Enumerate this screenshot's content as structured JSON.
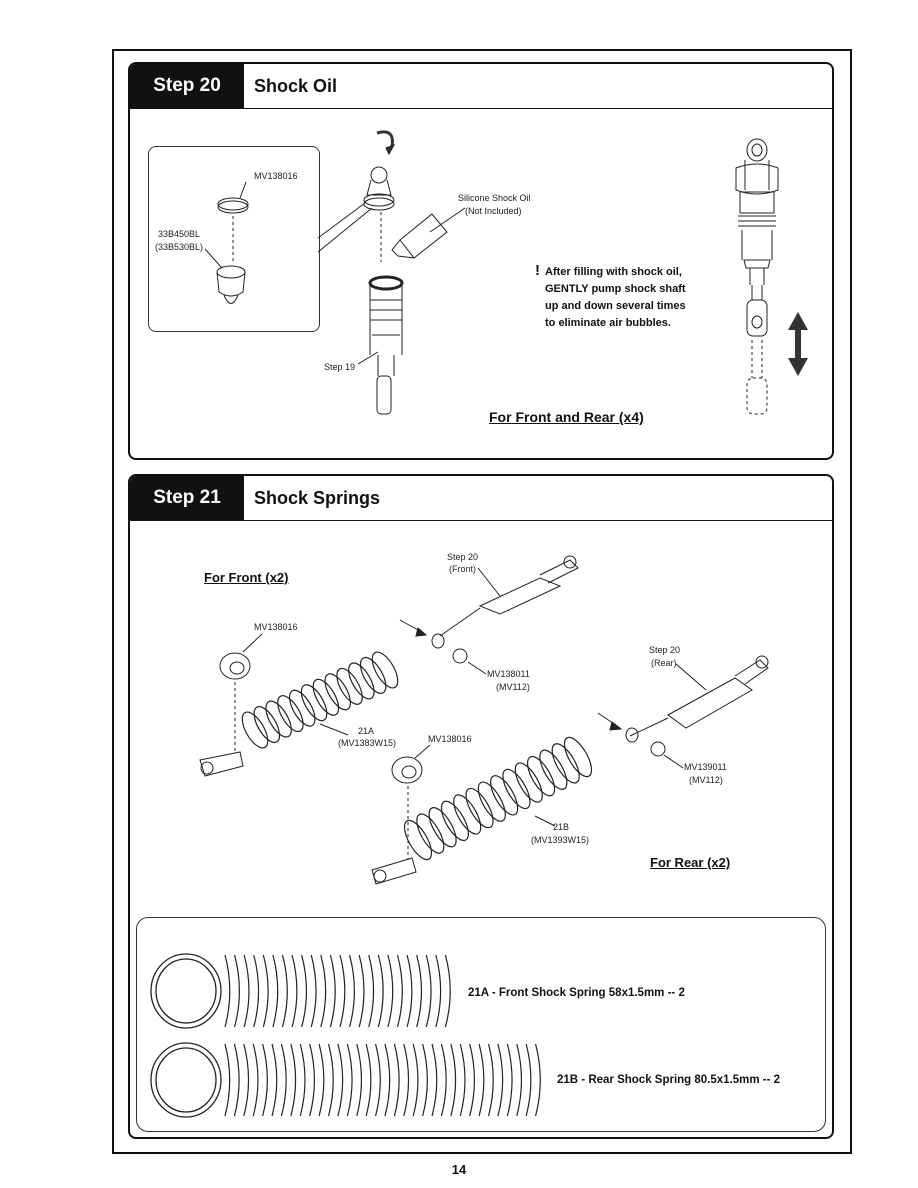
{
  "step20": {
    "step_label": "Step 20",
    "title": "Shock Oil",
    "inset": {
      "part_top": "MV138016",
      "part_bottom": "33B450BL",
      "part_bottom_alt": "(33B530BL)"
    },
    "oil_label": "Silicone Shock Oil",
    "oil_sub": "(Not Included)",
    "step_ref": "Step 19",
    "warning_mark": "!",
    "note_lines": [
      "After filling with shock oil,",
      "GENTLY pump shock shaft",
      "up and down several times",
      "to eliminate air bubbles."
    ],
    "quantity": "For Front and Rear (x4)"
  },
  "step21": {
    "step_label": "Step 21",
    "title": "Shock Springs",
    "front_heading": "For Front (x2)",
    "rear_heading": "For Rear (x2)",
    "front": {
      "step_ref": "Step 20",
      "step_sub": "(Front)",
      "cap": "MV138016",
      "spring": "21A",
      "spring_code": "(MV1383W15)",
      "ball": "MV138011",
      "ball_alt": "(MV112)"
    },
    "rear": {
      "step_ref": "Step 20",
      "step_sub": "(Rear)",
      "cap": "MV138016",
      "spring": "21B",
      "spring_code": "(MV1393W15)",
      "ball": "MV139011",
      "ball_alt": "(MV112)"
    }
  },
  "springs_key": {
    "front_spec": "21A - Front Shock Spring  58x1.5mm -- 2",
    "rear_spec": "21B - Rear Shock Spring 80.5x1.5mm -- 2",
    "front_coil_count": 12,
    "rear_coil_count": 17
  },
  "page_number": "14"
}
